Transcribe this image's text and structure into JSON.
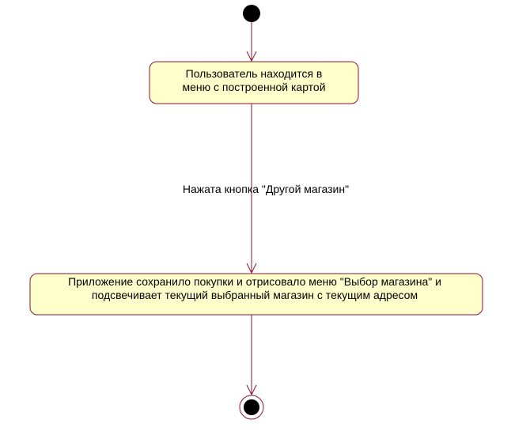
{
  "diagram": {
    "states": [
      {
        "lines": [
          "Пользователь находится в",
          "меню с построенной картой"
        ]
      },
      {
        "lines": [
          "Приложение сохранило покупки и отрисовало меню \"Выбор магазина\" и",
          "подсвечивает текущий выбранный магазин с текущим адресом"
        ]
      }
    ],
    "transitions": [
      {
        "label": "Нажата кнопка \"Другой магазин\""
      }
    ]
  },
  "colors": {
    "line": "#8a1538",
    "state_fill": "#ffffcc",
    "state_border": "#8a1538",
    "node_fill": "#000000"
  }
}
